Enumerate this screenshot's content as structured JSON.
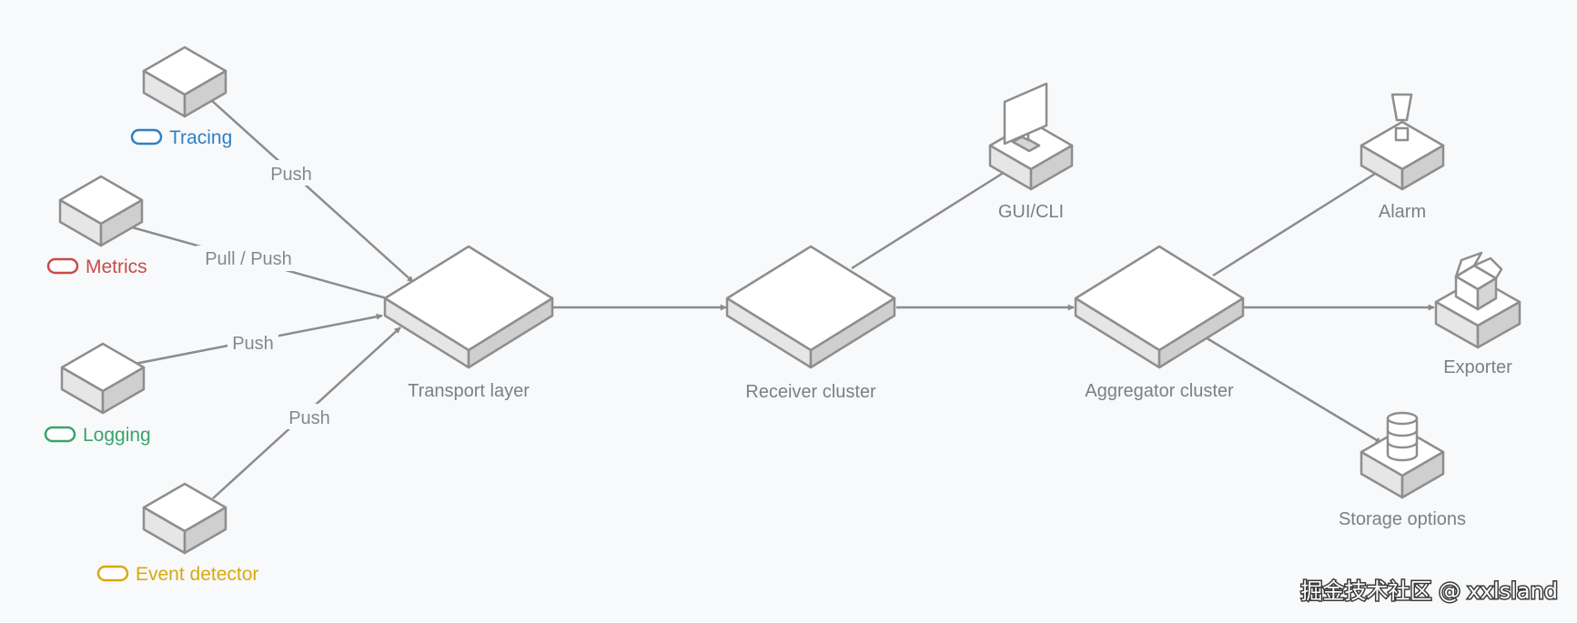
{
  "sources": {
    "tracing": {
      "label": "Tracing",
      "edge": "Push",
      "color": "#2f7fc1"
    },
    "metrics": {
      "label": "Metrics",
      "edge": "Pull / Push",
      "color": "#c94a4a"
    },
    "logging": {
      "label": "Logging",
      "edge": "Push",
      "color": "#3aa46a"
    },
    "event": {
      "label": "Event detector",
      "edge": "Push",
      "color": "#d9a90f"
    }
  },
  "nodes": {
    "transport": "Transport layer",
    "receiver": "Receiver cluster",
    "aggregator": "Aggregator cluster",
    "gui": "GUI/CLI",
    "alarm": "Alarm",
    "exporter": "Exporter",
    "storage": "Storage options"
  },
  "watermark": "掘金技术社区 @ xxlsland",
  "icons": {
    "gui": "monitor-icon",
    "alarm": "exclamation-icon",
    "exporter": "open-box-icon",
    "storage": "database-icon"
  }
}
